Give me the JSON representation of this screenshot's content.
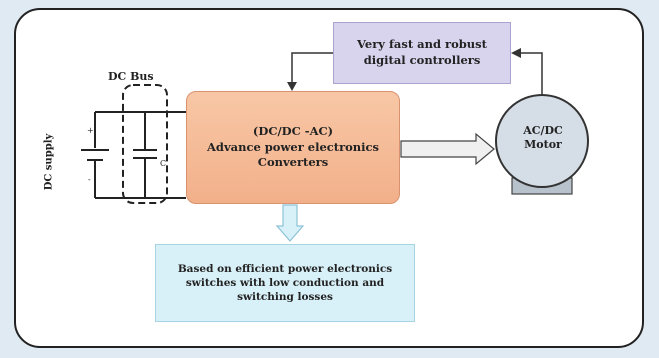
{
  "blocks": {
    "controllers": "Very fast and robust\ndigital controllers",
    "converter": "(DC/DC -AC)\nAdvance power electronics\nConverters",
    "switches": "Based on efficient power electronics\nswitches with low conduction and\nswitching losses",
    "motor": "AC/DC\nMotor"
  },
  "labels": {
    "dc_bus": "DC Bus",
    "dc_supply": "DC supply"
  },
  "colors": {
    "controllers_fill": "#d8d4ee",
    "converter_fill": "#f2b08a",
    "switches_fill": "#d8f1f8",
    "motor_fill": "#d5dde6"
  }
}
